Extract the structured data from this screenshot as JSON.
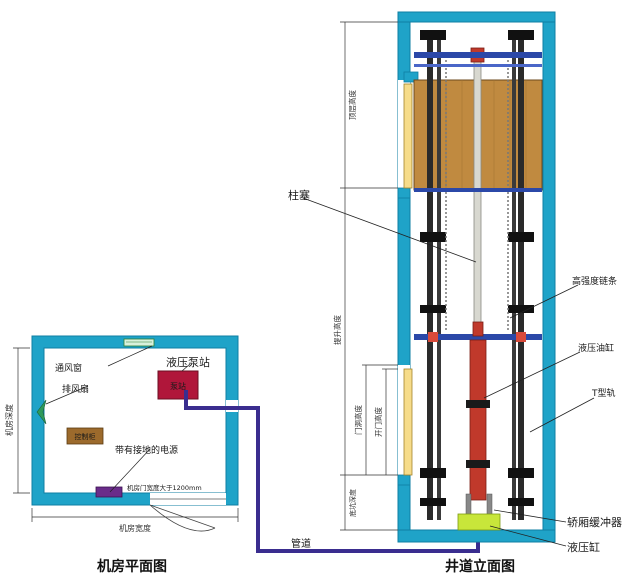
{
  "machine_room": {
    "title": "机房平面图",
    "labels": {
      "vent_window": "通风窗",
      "exhaust_fan": "排风扇",
      "pump_station": "液压泵站",
      "pump_box": "泵站",
      "control_cabinet": "控制柜",
      "power_supply": "带有接地的电源",
      "door_width": "机房门宽度大于1200mm",
      "room_width": "机房宽度",
      "room_depth": "机房深度"
    }
  },
  "hoistway": {
    "title": "井道立面图",
    "labels": {
      "plunger": "柱塞",
      "high_strength_chain": "高强度链条",
      "hydraulic_cylinder": "液压油缸",
      "t_rail": "T型轨",
      "car_buffer": "轿厢缓冲器",
      "hydraulic_base": "液压缸",
      "top_height": "顶层高度",
      "travel_height": "提升高度",
      "door_opening_height": "门洞高度",
      "door_height": "开门高度",
      "pit_depth": "底坑深度"
    }
  },
  "pipe": {
    "label": "管道"
  },
  "colors": {
    "wall": "#1fa3c8",
    "wall_edge": "#0f7fa3",
    "car": "#c08a40",
    "rail": "#2a2a2a",
    "beam": "#2b48a8",
    "cylinder": "#c0392b",
    "pump": "#b0163a",
    "pipe": "#3a2d8f",
    "cabinet": "#9c6a2c",
    "buffer": "#c8e63a"
  }
}
